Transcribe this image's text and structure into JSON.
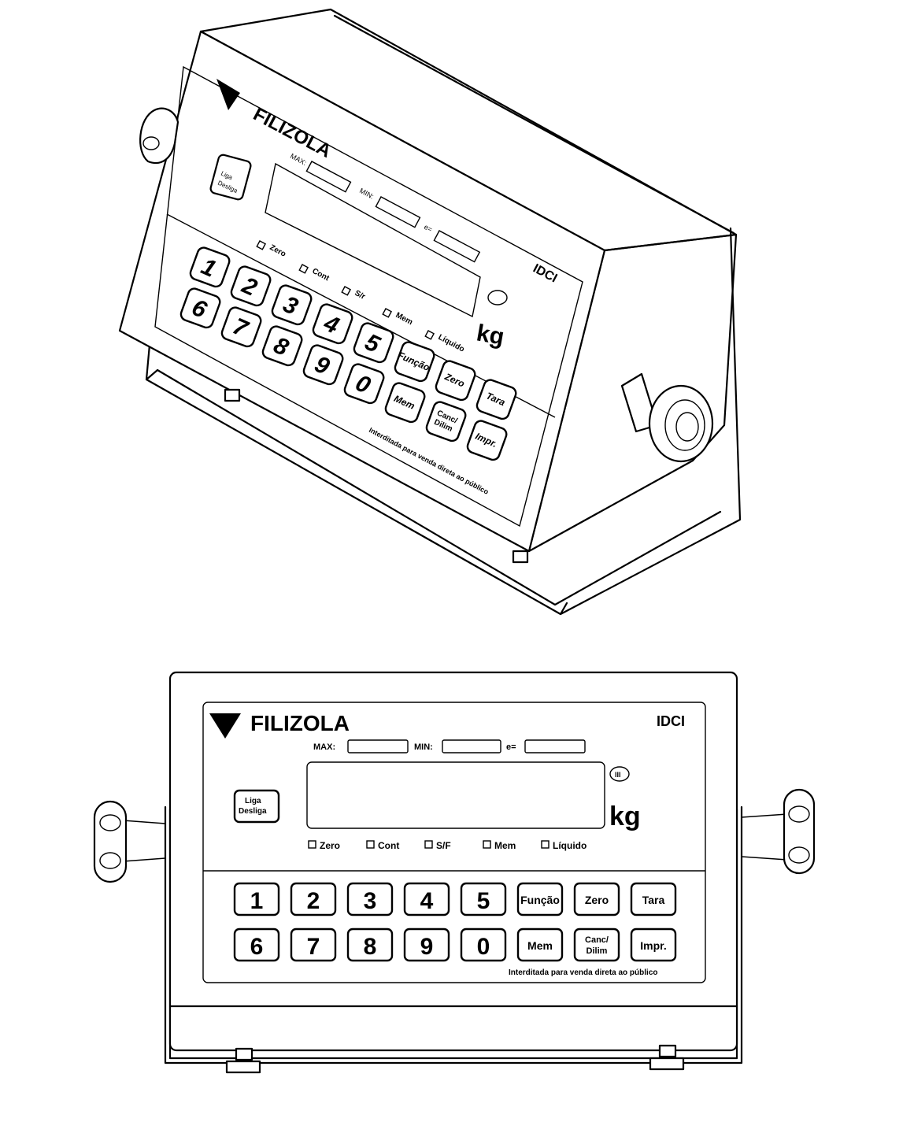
{
  "brand": "FILIZOLA",
  "model": "IDCI",
  "power_button": [
    "Liga",
    "Desliga"
  ],
  "spec_labels": {
    "max": "MAX:",
    "min": "MIN:",
    "e": "e="
  },
  "unit": "kg",
  "accuracy_class": "III",
  "indicators": [
    "Zero",
    "Cont",
    "S/F",
    "Mem",
    "Líquido"
  ],
  "indicators_iso": [
    "Zero",
    "Cont",
    "S/r",
    "Mem",
    "Líquido"
  ],
  "keys_row1": [
    "1",
    "2",
    "3",
    "4",
    "5",
    "Função",
    "Zero",
    "Tara"
  ],
  "keys_row2": [
    "6",
    "7",
    "8",
    "9",
    "0",
    "Mem",
    "Canc/Dilim",
    "Impr."
  ],
  "notice": "Interditada para venda direta ao público",
  "colors": {
    "line": "#000000",
    "background": "#ffffff"
  }
}
